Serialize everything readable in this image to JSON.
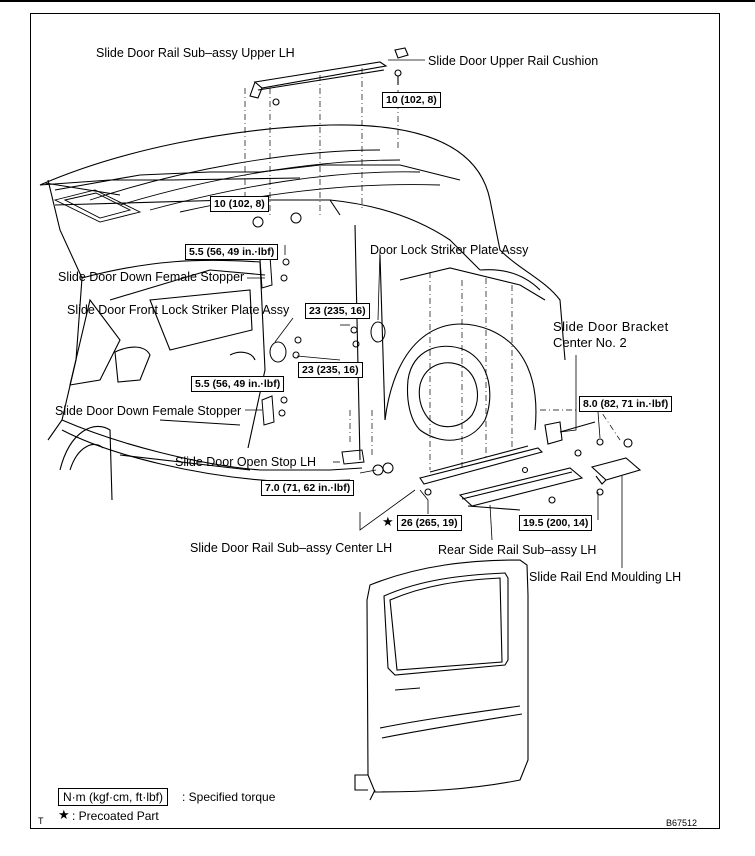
{
  "labels": {
    "upper_rail": "Slide Door Rail Sub–assy Upper LH",
    "upper_cushion": "Slide Door Upper Rail Cushion",
    "lock_striker": "Door Lock Striker Plate Assy",
    "female_stopper_top": "Slide Door Down Female Stopper",
    "front_lock_striker": "Slide Door Front Lock Striker Plate Assy",
    "bracket_center_line1": "Slide Door Bracket",
    "bracket_center_line2": "Center No. 2",
    "female_stopper_bottom": "Slide Door Down Female Stopper",
    "open_stop": "Slide Door Open Stop LH",
    "rail_center": "Slide Door Rail Sub–assy Center LH",
    "rear_side_rail": "Rear Side Rail Sub–assy LH",
    "end_moulding": "Slide Rail End Moulding LH"
  },
  "torques": {
    "t_upper_rail": "10 (102, 8)",
    "t_roof": "10 (102, 8)",
    "t_stopper_top": "5.5 (56, 49 in.·lbf)",
    "t_striker_a": "23 (235, 16)",
    "t_striker_b": "23 (235, 16)",
    "t_stopper_bottom": "5.5 (56, 49 in.·lbf)",
    "t_open_stop": "7.0 (71, 62 in.·lbf)",
    "t_bracket": "8.0 (82, 71 in.·lbf)",
    "t_rail_center": "26 (265, 19)",
    "t_rear_rail": "19.5 (200, 14)"
  },
  "legend": {
    "torque_box": "N·m (kgf·cm, ft·lbf)",
    "torque_text": ": Specified torque",
    "star_symbol": "★",
    "precoat_text": ": Precoated Part",
    "corner_mark": "T"
  },
  "figure_id": "B67512"
}
